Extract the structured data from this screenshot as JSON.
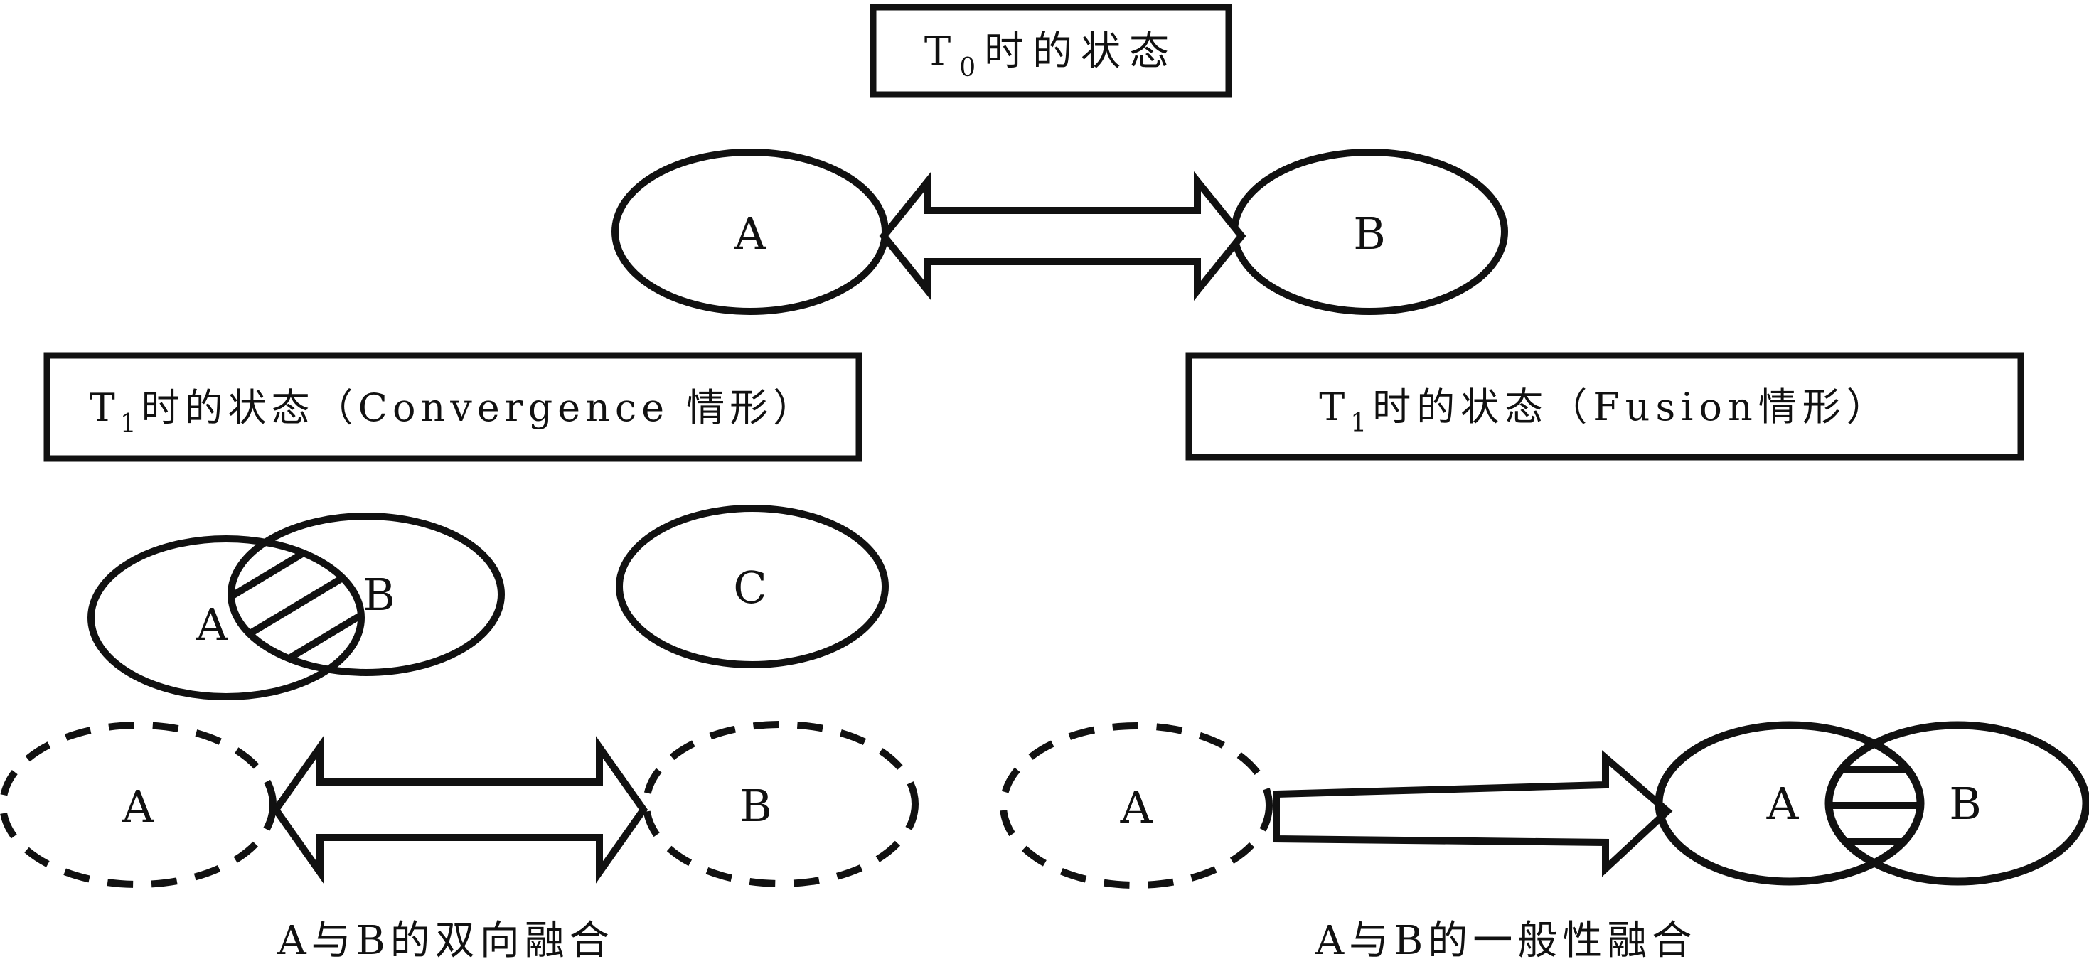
{
  "colors": {
    "ink": "#111111",
    "paper": "#ffffff"
  },
  "boxes": {
    "t0": {
      "prefix": "T",
      "sub": "0",
      "suffix": "时的状态"
    },
    "t1_convergence": {
      "prefix": "T",
      "sub": "1",
      "suffix": "时的状态（Convergence 情形）"
    },
    "t1_fusion": {
      "prefix": "T",
      "sub": "1",
      "suffix": "时的状态（Fusion情形）"
    }
  },
  "initial_state": {
    "ellipse_a_label": "A",
    "ellipse_b_label": "B"
  },
  "convergence": {
    "venn_label_a": "A",
    "venn_label_b": "B",
    "ellipse_c_label": "C",
    "dashed_label_a": "A",
    "dashed_label_b": "B",
    "caption": "A与B的双向融合"
  },
  "fusion": {
    "dashed_label_a": "A",
    "venn_label_a": "A",
    "venn_label_b": "B",
    "caption": "A与B的一般性融合"
  }
}
